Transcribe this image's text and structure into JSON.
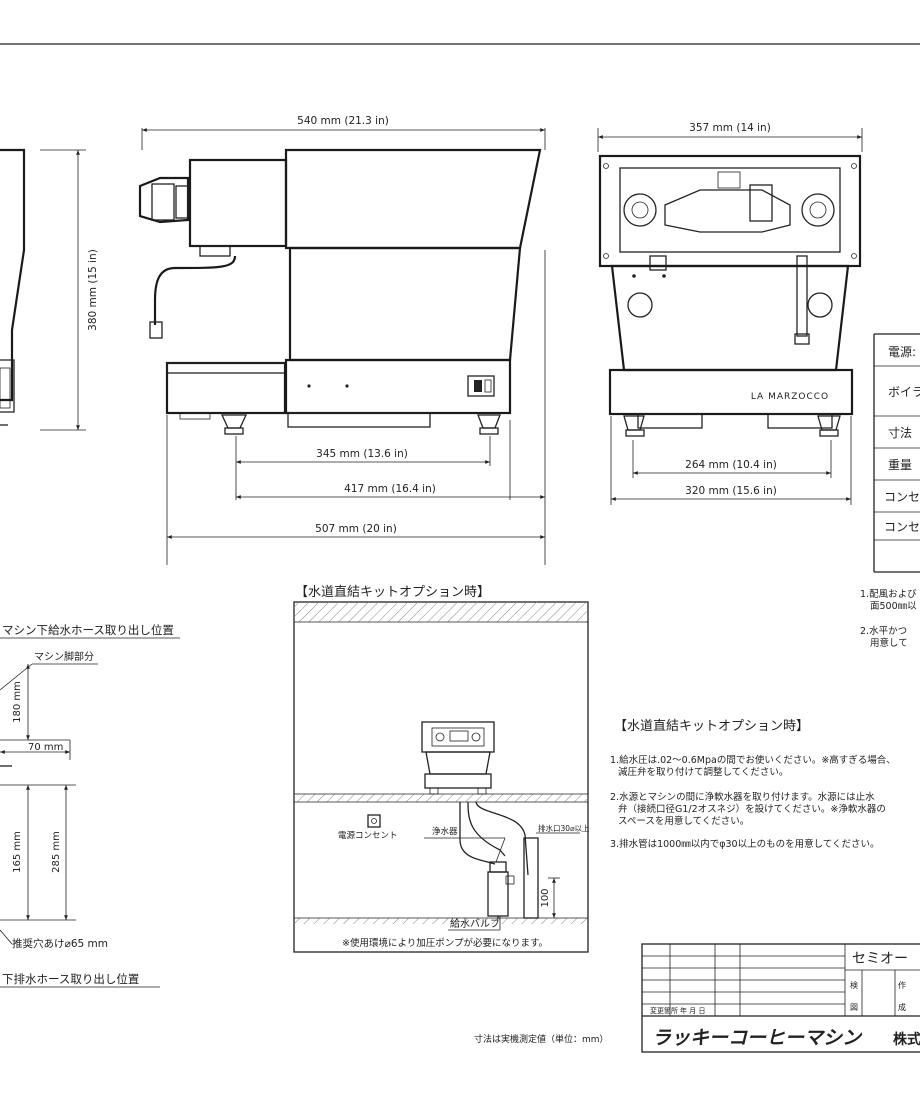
{
  "colors": {
    "line": "#222222",
    "background": "#ffffff",
    "hatch": "#888888"
  },
  "side_view": {
    "width_label": "540 mm (21.3 in)",
    "height_label": "380 mm (15 in)",
    "dim_345": "345 mm (13.6 in)",
    "dim_417": "417 mm (16.4 in)",
    "dim_507": "507 mm (20 in)"
  },
  "front_view": {
    "width_label": "357 mm (14 in)",
    "dim_264": "264 mm (10.4 in)",
    "dim_320": "320 mm (15.6 in)",
    "brand": "LA MARZOCCO"
  },
  "spec_table": {
    "rows": [
      "電源:",
      "ボイラ",
      "寸法",
      "重量",
      "コンセ",
      "コンセ"
    ]
  },
  "right_notes": {
    "note1_line1": "1.配風および",
    "note1_line2": "面500㎜以",
    "note2_line1": "2.水平かつ",
    "note2_line2": "用意して"
  },
  "left_detail": {
    "supply_hose_title": "マシン下給水ホース取り出し位置",
    "machine_foot": "マシン脚部分",
    "dim_180": "180 mm",
    "dim_70": "70 mm",
    "dim_165": "165 mm",
    "dim_285": "285 mm",
    "hole_note": "推奨穴あけ⌀65 mm",
    "drain_hose_title": "下排水ホース取り出し位置"
  },
  "water_kit": {
    "title": "【水道直結キットオプション時】",
    "outlet_label": "電源コンセント",
    "filter_label": "浄水器",
    "drain_label": "排水口30⌀以上",
    "dim_100": "100",
    "valve_label": "給水バルブ",
    "pump_note": "※使用環境により加圧ポンプが必要になります。"
  },
  "water_notes": {
    "title": "【水道直結キットオプション時】",
    "n1_line1": "1.給水圧は.02〜0.6Mpaの間でお使いください。※高すぎる場合、",
    "n1_line2": "減圧弁を取り付けて調整してください。",
    "n2_line1": "2.水源とマシンの間に浄軟水器を取り付けます。水源には止水",
    "n2_line2": "弁（接続口径G1/2オスネジ）を設けてください。※浄軟水器の",
    "n2_line3": "スペースを用意してください。",
    "n3": "3.排水管は1000㎜以内でφ30以上のものを用意してください。"
  },
  "title_block": {
    "product": "セミオー",
    "col_change": "変更箇所",
    "col_date": "年 月 日",
    "cell_check": "検",
    "cell_fig": "図",
    "cell_make": "作",
    "cell_done": "成",
    "company": "ラッキーコーヒーマシン",
    "company_suffix": "株式",
    "measure_note": "寸法は実機測定値（単位：mm）"
  }
}
